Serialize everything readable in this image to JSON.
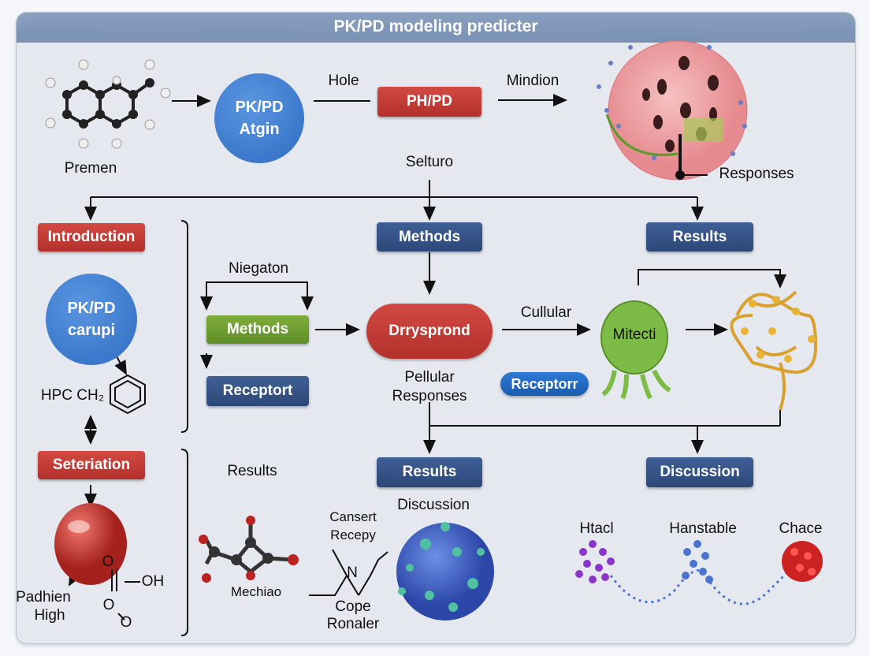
{
  "title": "PK/PD modeling predicter",
  "top_row": {
    "molecule_label": "Premen",
    "circle_label": "PK/PD Atgin",
    "edge_label_1": "Hole",
    "box_label": "PH/PD",
    "edge_label_2": "Mindion",
    "cell_label": "Responses",
    "branch_label": "Selturo"
  },
  "left_column": {
    "box_1": "Introduction",
    "circle_label": "PK/PD carupi",
    "formula": "HPC CH₂",
    "box_2": "Seteriation",
    "sphere_label_1": "Padhien",
    "sphere_label_2": "High",
    "oh_label": "OH",
    "o_label_1": "O",
    "o_label_2": "O",
    "o_label_3": "O"
  },
  "middle": {
    "methods_top": "Methods",
    "results_top": "Results",
    "negation_label": "Niegaton",
    "methods_green": "Methods",
    "receptor_box": "Receptort",
    "pill_label": "Drrysprond",
    "pill_caption": "Pellular Responses",
    "edge_label_cellular": "Cullular",
    "receptor_pill": "Receptorr",
    "mito_label": "Mitecti",
    "results_text": "Results",
    "results_bottom": "Results",
    "discussion_bottom": "Discussion",
    "discussion_text": "Discussion",
    "cansert": "Cansert",
    "recepy": "Recepy",
    "nitrogen": "N",
    "cope": "Cope",
    "ronaler": "Ronaler",
    "mechiao": "Mechiao"
  },
  "bottom_right": {
    "label_1": "Htacl",
    "label_2": "Hanstable",
    "label_3": "Chace"
  },
  "colors": {
    "header": "#7f97b8",
    "red": "#c03a34",
    "navy": "#34527f",
    "green": "#6c9c30",
    "blue": "#3a78cc"
  }
}
